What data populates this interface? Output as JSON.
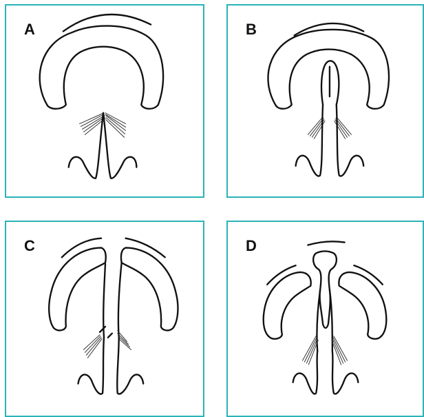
{
  "panels": [
    {
      "id": "A",
      "label": "A"
    },
    {
      "id": "B",
      "label": "B"
    },
    {
      "id": "C",
      "label": "C"
    },
    {
      "id": "D",
      "label": "D"
    }
  ],
  "colors": {
    "border": "#2ab3b8",
    "ink": "#111111"
  }
}
